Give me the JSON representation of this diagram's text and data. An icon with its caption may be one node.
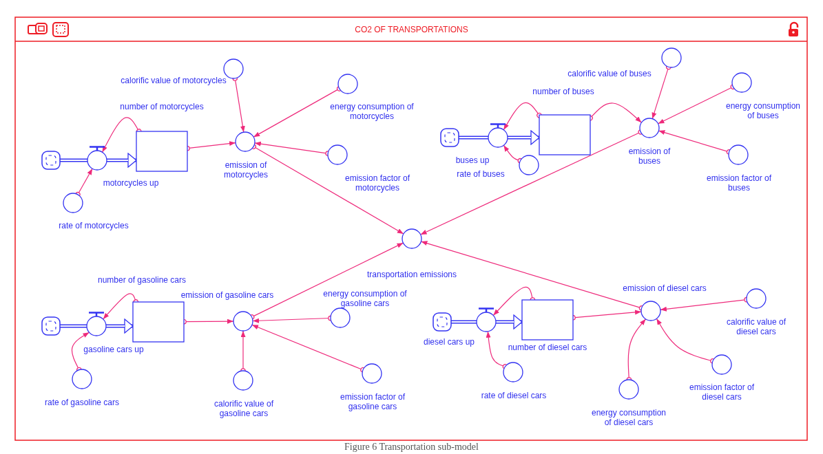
{
  "diagram": {
    "title": "CO2 OF TRANSPORTATIONS",
    "caption": "Figure 6 Transportation sub-model",
    "nodes": [
      {
        "text": [
          "calorific value of motorcycles"
        ]
      },
      {
        "text": [
          "energy consumption of motorcycles"
        ]
      },
      {
        "text": [
          "number of motorcycles"
        ]
      },
      {
        "text": [],
        "shape": "cloud"
      },
      {
        "text": [
          "motorcycles up"
        ]
      },
      {
        "text": [
          "emission of motorcycles"
        ]
      },
      {
        "text": [
          "emission factor of motorcycles"
        ]
      },
      {
        "text": [
          "rate of motorcycles"
        ]
      },
      {
        "text": [
          "calorific value of buses"
        ]
      },
      {
        "text": [
          "energy consumption of buses"
        ]
      },
      {
        "text": [
          "number of buses"
        ]
      },
      {
        "text": [],
        "shape": "cloud"
      },
      {
        "text": [
          "buses up"
        ]
      },
      {
        "text": [
          "emission of buses"
        ]
      },
      {
        "text": [
          "emission factor of buses"
        ]
      },
      {
        "text": [
          "rate of buses"
        ]
      },
      {
        "text": [
          "transportation emissions"
        ]
      },
      {
        "text": [
          "number of gasoline cars"
        ]
      },
      {
        "text": [
          "emission of gasoline cars"
        ]
      },
      {
        "text": [],
        "shape": "cloud"
      },
      {
        "text": [
          "gasoline cars up"
        ]
      },
      {
        "text": [
          "energy consumption of gasoline cars"
        ]
      },
      {
        "text": [
          "rate of gasoline cars"
        ]
      },
      {
        "text": [
          "calorific value of gasoline cars"
        ]
      },
      {
        "text": [
          "emission factor of gasoline cars"
        ]
      },
      {
        "text": [
          "number of diesel cars"
        ]
      },
      {
        "text": [
          "emission of diesel cars"
        ]
      },
      {
        "text": [],
        "shape": "cloud"
      },
      {
        "text": [
          "diesel cars up"
        ]
      },
      {
        "text": [
          "calorific value of diesel cars"
        ]
      },
      {
        "text": [
          "emission factor of diesel cars"
        ]
      },
      {
        "text": [
          "rate of diesel cars"
        ]
      },
      {
        "text": [
          "energy consumption of diesel cars"
        ]
      }
    ],
    "edges": [
      {
        "from": 3,
        "to": 4,
        "arrow": "none",
        "style": "thick",
        "color": "#3434f2"
      },
      {
        "from": 4,
        "to": 2,
        "arrow": "to",
        "style": "thick",
        "color": "#3434f2"
      },
      {
        "from": 2,
        "to": 4,
        "arrow": "to"
      },
      {
        "from": 7,
        "to": 4,
        "arrow": "to"
      },
      {
        "from": 2,
        "to": 5,
        "arrow": "to"
      },
      {
        "from": 0,
        "to": 5,
        "arrow": "to"
      },
      {
        "from": 1,
        "to": 5,
        "arrow": "to"
      },
      {
        "from": 6,
        "to": 5,
        "arrow": "to"
      },
      {
        "from": 5,
        "to": 16,
        "arrow": "to"
      },
      {
        "from": 11,
        "to": 12,
        "arrow": "none",
        "style": "thick",
        "color": "#3434f2"
      },
      {
        "from": 12,
        "to": 10,
        "arrow": "to",
        "style": "thick",
        "color": "#3434f2"
      },
      {
        "from": 10,
        "to": 12,
        "arrow": "to"
      },
      {
        "from": 15,
        "to": 12,
        "arrow": "to"
      },
      {
        "from": 10,
        "to": 13,
        "arrow": "to"
      },
      {
        "from": 8,
        "to": 13,
        "arrow": "to"
      },
      {
        "from": 9,
        "to": 13,
        "arrow": "to"
      },
      {
        "from": 14,
        "to": 13,
        "arrow": "to"
      },
      {
        "from": 13,
        "to": 16,
        "arrow": "to"
      },
      {
        "from": 19,
        "to": 20,
        "arrow": "none",
        "style": "thick",
        "color": "#3434f2"
      },
      {
        "from": 20,
        "to": 17,
        "arrow": "to",
        "style": "thick",
        "color": "#3434f2"
      },
      {
        "from": 17,
        "to": 20,
        "arrow": "to"
      },
      {
        "from": 22,
        "to": 20,
        "arrow": "to"
      },
      {
        "from": 17,
        "to": 18,
        "arrow": "to"
      },
      {
        "from": 21,
        "to": 18,
        "arrow": "to"
      },
      {
        "from": 23,
        "to": 18,
        "arrow": "to"
      },
      {
        "from": 24,
        "to": 18,
        "arrow": "to"
      },
      {
        "from": 18,
        "to": 16,
        "arrow": "to"
      },
      {
        "from": 27,
        "to": 28,
        "arrow": "none",
        "style": "thick",
        "color": "#3434f2"
      },
      {
        "from": 28,
        "to": 25,
        "arrow": "to",
        "style": "thick",
        "color": "#3434f2"
      },
      {
        "from": 25,
        "to": 28,
        "arrow": "to"
      },
      {
        "from": 31,
        "to": 28,
        "arrow": "to"
      },
      {
        "from": 25,
        "to": 26,
        "arrow": "to"
      },
      {
        "from": 29,
        "to": 26,
        "arrow": "to"
      },
      {
        "from": 30,
        "to": 26,
        "arrow": "to"
      },
      {
        "from": 32,
        "to": 26,
        "arrow": "to"
      },
      {
        "from": 26,
        "to": 16,
        "arrow": "to"
      }
    ]
  }
}
